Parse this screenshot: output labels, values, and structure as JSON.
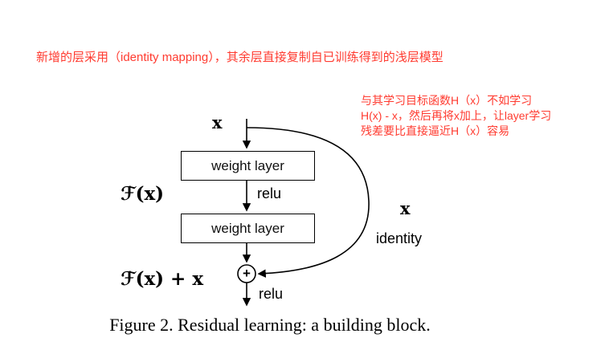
{
  "annotations": {
    "top_note": "新增的层采用（identity mapping），其余层直接复制自已训练得到的浅层模型",
    "side_note_lines": [
      "与其学习目标函数H（x）不如学习",
      "H(x) - x，然后再将x加上，让layer学习",
      "残差要比直接逼近H（x）容易"
    ],
    "annotation_color": "#ff3b30"
  },
  "diagram": {
    "input_label": "x",
    "weight_layer_1": "weight layer",
    "relu_1": "relu",
    "f_of_x": "ℱ(x)",
    "weight_layer_2": "weight layer",
    "identity_x": "x",
    "identity_label": "identity",
    "plus_symbol": "+",
    "sum_output": "ℱ(x) + x",
    "relu_2": "relu"
  },
  "caption": "Figure 2. Residual learning: a building block."
}
